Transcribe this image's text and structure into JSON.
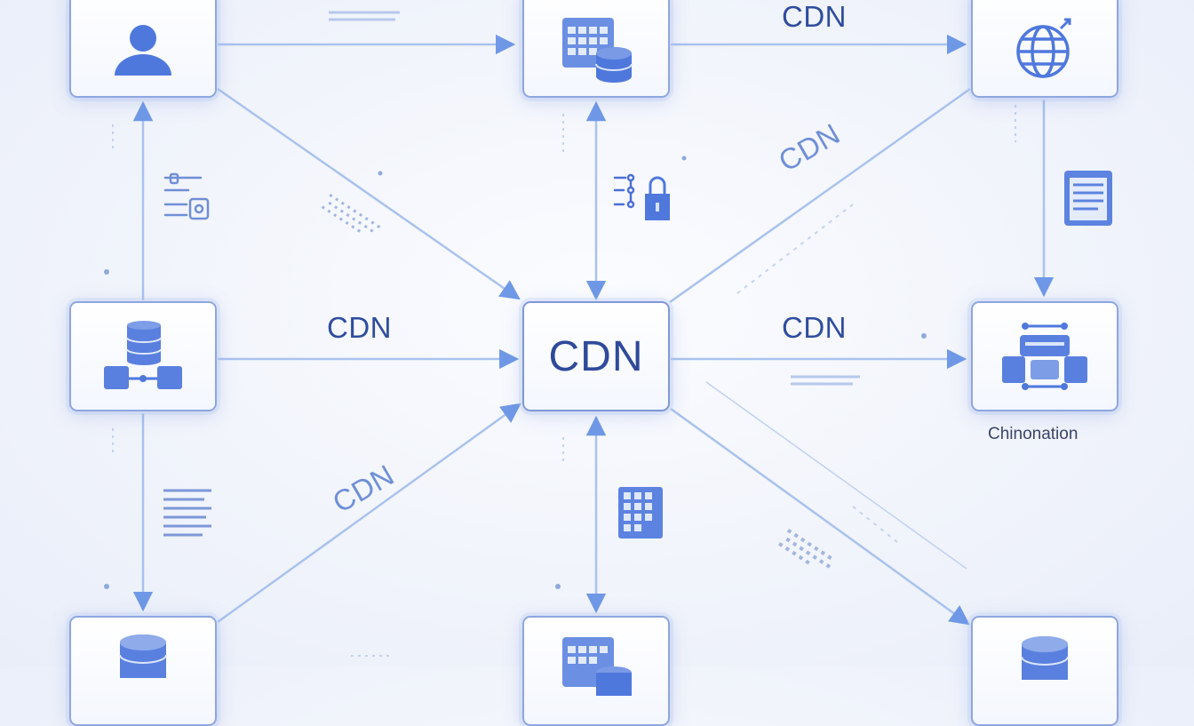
{
  "diagram": {
    "center_node": {
      "label": "CDN",
      "icon": "none"
    },
    "nodes": [
      {
        "id": "top-left",
        "icon": "user-icon"
      },
      {
        "id": "top-middle",
        "icon": "calendar-database-icon"
      },
      {
        "id": "top-right",
        "icon": "globe-icon"
      },
      {
        "id": "middle-left",
        "icon": "database-server-icon"
      },
      {
        "id": "middle-right",
        "icon": "network-server-icon",
        "caption": "Chinonation"
      },
      {
        "id": "bottom-left",
        "icon": "database-icon"
      },
      {
        "id": "bottom-middle",
        "icon": "calendar-database-icon"
      },
      {
        "id": "bottom-right",
        "icon": "database-icon"
      }
    ],
    "edge_labels": {
      "top_right_edge": "CDN",
      "left_middle_edge": "CDN",
      "right_middle_edge": "CDN",
      "diagonal_upper_right": "CDN",
      "diagonal_lower_left": "CDN"
    },
    "decorative_icons": [
      "sliders-icon",
      "lock-settings-icon",
      "document-list-icon",
      "text-list-icon",
      "grid-document-icon"
    ]
  },
  "colors": {
    "accent": "#4a6fd8",
    "node_border": "#8ea6e0",
    "connector": "#a9c2ee",
    "arrow_head": "#6f99e6",
    "label": "#2f4d9e"
  }
}
